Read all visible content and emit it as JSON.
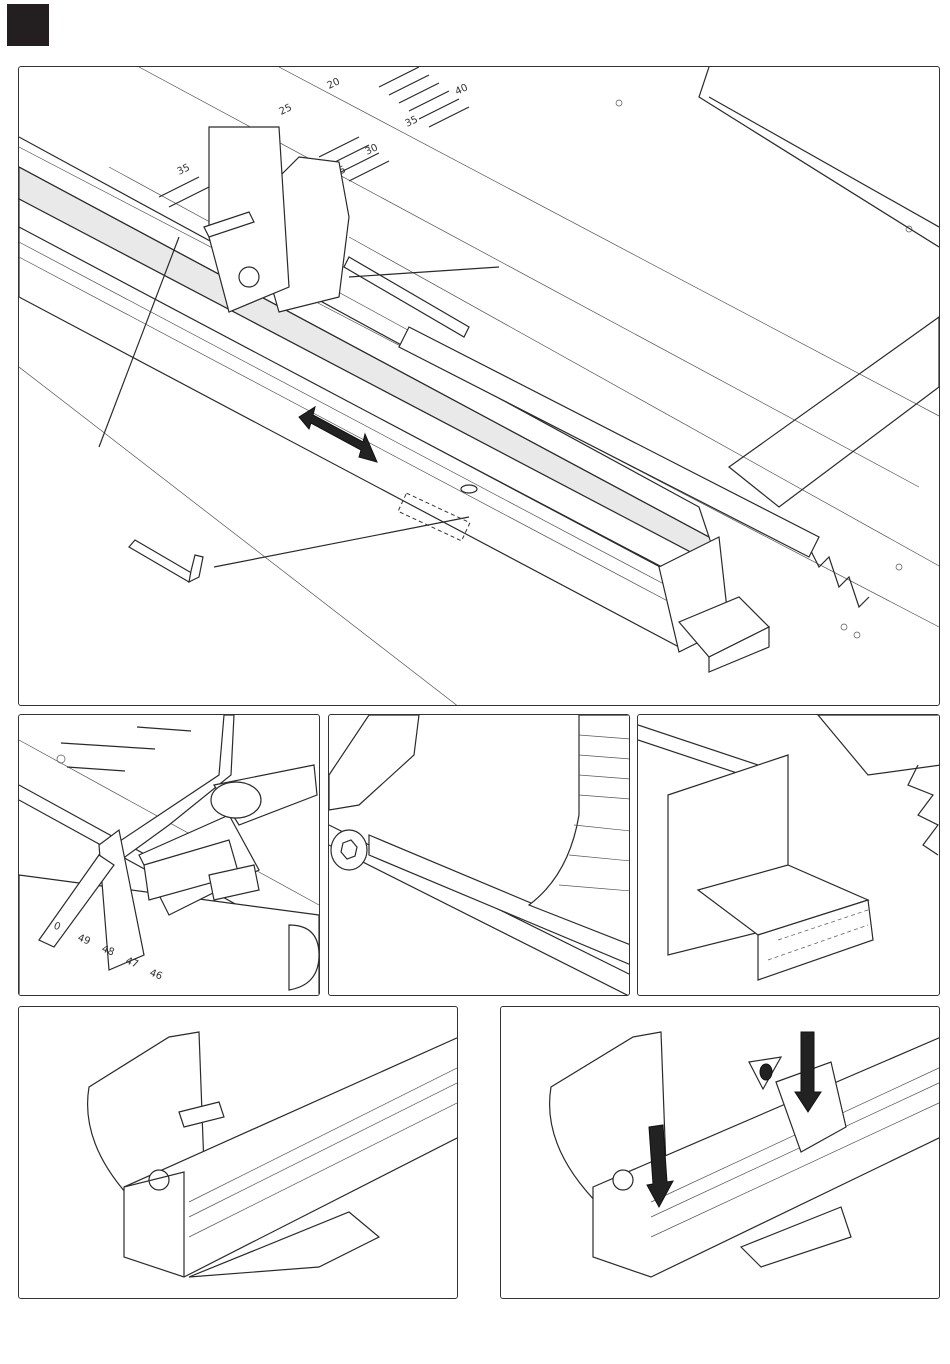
{
  "step_marker": {
    "color": "#231f20"
  },
  "main_view": {
    "angle_scale_labels": [
      "20",
      "25",
      "40",
      "35",
      "30",
      "35",
      "45"
    ]
  },
  "detail_fence_knob": {
    "ruler_labels": [
      "0",
      "49",
      "48",
      "47",
      "46"
    ]
  },
  "icons": [
    "step-marker-icon",
    "double-arrow-icon",
    "allen-key-icon",
    "eye-icon",
    "down-arrow-icon",
    "hand-push-icon"
  ]
}
